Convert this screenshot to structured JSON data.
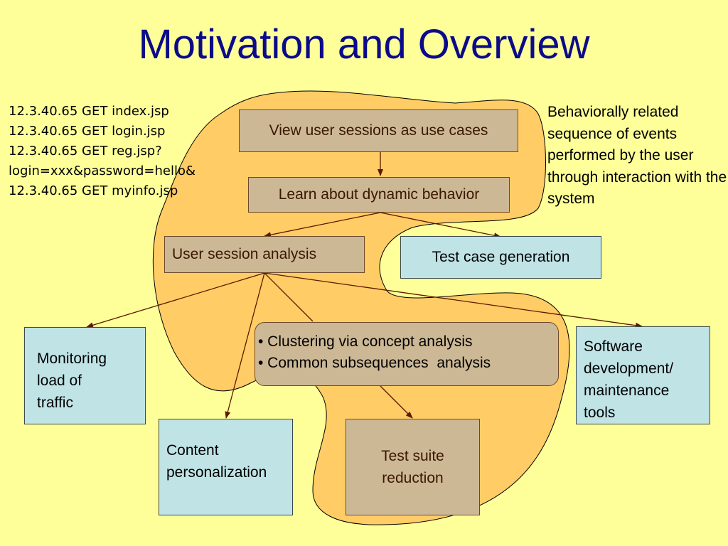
{
  "slide": {
    "title": "Motivation and Overview",
    "log_lines": [
      "12.3.40.65 GET index.jsp",
      "12.3.40.65 GET login.jsp",
      "12.3.40.65 GET reg.jsp?",
      "login=xxx&password=hello&",
      "12.3.40.65 GET myinfo.jsp"
    ],
    "note": "Behaviorally related sequence of events performed by the user through interaction with the system",
    "boxes": {
      "view_sessions": "View user sessions as use cases",
      "learn_behavior": "Learn about dynamic behavior",
      "user_session_analysis": "User session analysis",
      "test_case_generation": "Test case generation",
      "clustering": "• Clustering via concept analysis",
      "subsequences": "• Common subsequences  analysis",
      "monitoring_1": "Monitoring",
      "monitoring_2": "load of",
      "monitoring_3": "traffic",
      "software_1": "Software",
      "software_2": "development/",
      "software_3": "maintenance",
      "software_4": "tools",
      "content_1": "Content",
      "content_2": "personalization",
      "suite_1": "Test suite",
      "suite_2": "reduction"
    },
    "colors": {
      "background": "#ffff99",
      "blob": "#ffcc66",
      "title": "#0b0b8a",
      "tan_box": "#cdb896",
      "blue_box": "#c0e3e6",
      "arrow": "#5a1a00"
    }
  }
}
